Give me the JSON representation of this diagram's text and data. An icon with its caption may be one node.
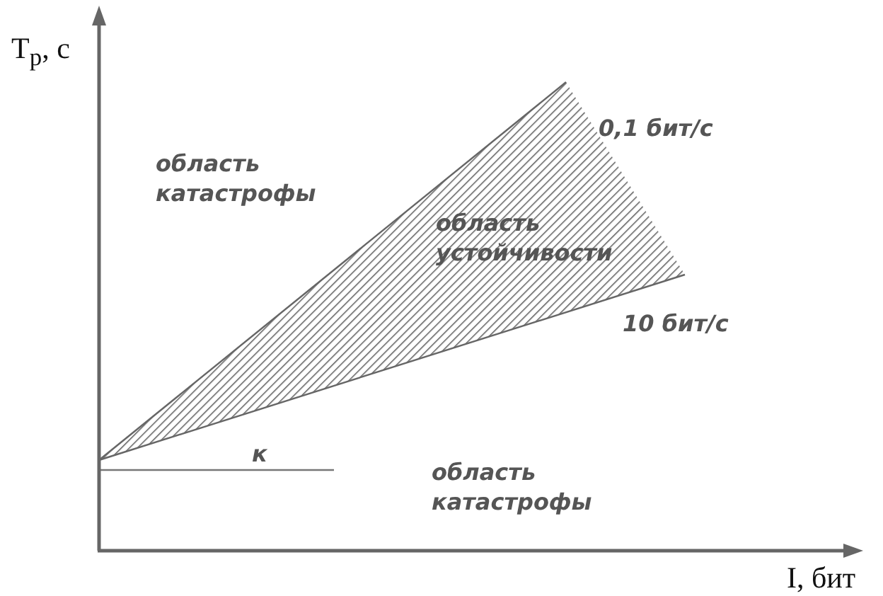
{
  "diagram": {
    "labels": [
      "T$_{р}$, с",
      "область катастрофы",
      "0,1 бит/с",
      "область устойчивости",
      "10 бит/с",
      "к",
      "область катастрофы",
      "I, бит"
    ]
  }
}
